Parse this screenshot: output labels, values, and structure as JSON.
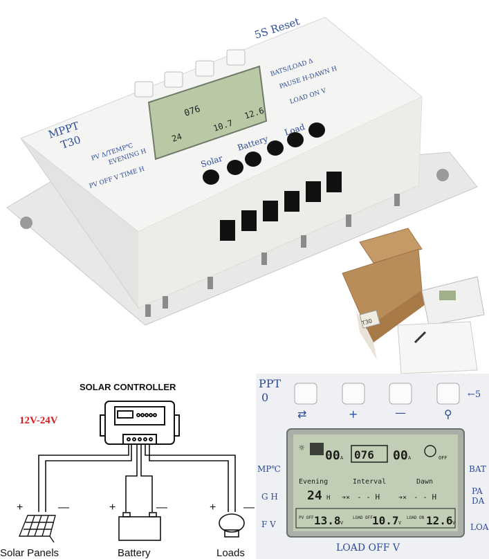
{
  "controller": {
    "brand": "MPPT",
    "model": "T30",
    "reset_label": "5S Reset",
    "left_labels": [
      "PV Δ/TEMP℃",
      "EVENING H",
      "PV OFF V TIME H"
    ],
    "right_labels": [
      "BATS/LOAD Δ",
      "PAUSE H-DAWN H",
      "LOAD ON V"
    ],
    "terminal_labels": [
      "Solar",
      "Battery",
      "Load"
    ],
    "lcd": {
      "top_left": "00",
      "top_mid": "076",
      "top_right": "00",
      "unit_a": "A",
      "off_label": "OFF",
      "evening_label": "Evening",
      "interval_label": "Interval",
      "dawn_label": "Dawn",
      "evening_value": "24",
      "interval_value": "- - H",
      "dawn_value": "- - H",
      "pv_label": "PV OFF",
      "pv_value": "13.8",
      "load_off_label": "LOAD OFF",
      "load_off_value": "10.7",
      "load_on_label": "LOAD ON",
      "load_on_value": "12.6",
      "unit_v": "V",
      "unit_h": "H",
      "arrow_x": "➔×"
    }
  },
  "box_label": "T30",
  "diagram": {
    "title": "SOLAR CONTROLLER",
    "voltage": "12V-24V",
    "voltage_color": "#d42020",
    "labels": [
      "Solar Panels",
      "Battery",
      "Loads"
    ],
    "plus": "+",
    "minus": "—"
  },
  "zoom": {
    "top_text": "PPT",
    "top_text2": "0",
    "reset_arrow": "←5",
    "side_left": [
      "MP℃",
      "G H",
      "F V"
    ],
    "side_right": [
      "BAT",
      "PA",
      "DA",
      "LOA"
    ],
    "bottom_label": "LOAD OFF V"
  }
}
